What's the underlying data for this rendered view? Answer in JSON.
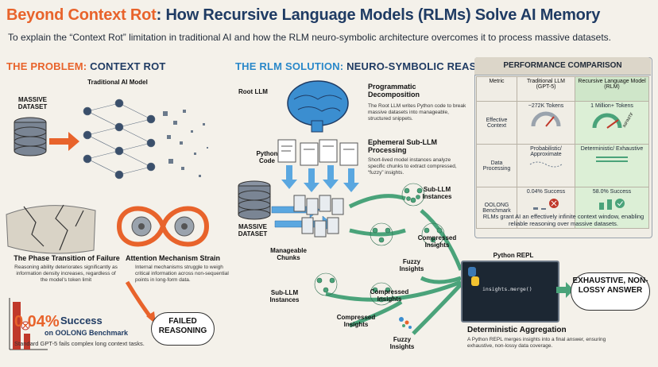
{
  "header": {
    "title_highlight": "Beyond Context Rot",
    "title_rest": ": How Recursive Language Models (RLMs) Solve AI Memory",
    "subtitle": "To explain the “Context Rot” limitation in traditional AI and how the RLM neuro-symbolic architecture overcomes it to process massive datasets."
  },
  "problem": {
    "heading_a": "THE PROBLEM: ",
    "heading_b": "CONTEXT ROT",
    "model_label": "Traditional AI Model",
    "dataset_label": "MASSIVE DATASET",
    "phase_title": "The Phase Transition of Failure",
    "phase_text": "Reasoning ability deteriorates significantly as information density increases, regardless of the model's token limit",
    "attention_title": "Attention Mechanism Strain",
    "attention_text": "Internal mechanisms struggle to weigh critical information across non-sequential points in long-form data.",
    "failed_label": "FAILED REASONING",
    "success_pct": "0.04%",
    "success_word": "Success",
    "benchmark_label": "on OOLONG Benchmark",
    "benchmark_text": "Standard GPT-5 fails complex long context tasks."
  },
  "solution": {
    "heading_a": "THE RLM SOLUTION: ",
    "heading_b": "NEURO-SYMBOLIC REASONING",
    "root_llm": "Root LLM",
    "python_code": "Python Code",
    "massive_dataset": "MASSIVE DATASET",
    "manageable_chunks": "Manageable Chunks",
    "sub_llm_instances_top": "Sub-LLM Instances",
    "sub_llm_instances_bottom": "Sub-LLM Instances",
    "compressed_insights_1": "Compressed Insights",
    "compressed_insights_2": "Compressed Insights",
    "compressed_insights_3": "Compressed Insights",
    "fuzzy_insights_1": "Fuzzy Insights",
    "fuzzy_insights_2": "Fuzzy Insights",
    "decomp_title": "Programmatic Decomposition",
    "decomp_text": "The Root LLM writes Python code to break massive datasets into manageable, structured snippets.",
    "ephemeral_title": "Ephemeral Sub-LLM Processing",
    "ephemeral_text": "Short-lived model instances analyze specific chunks to extract compressed, “fuzzy” insights.",
    "repl_label": "Python REPL",
    "repl_code": "insights.merge()",
    "answer_label": "EXHAUSTIVE, NON-LOSSY ANSWER",
    "aggregation_title": "Deterministic Aggregation",
    "aggregation_text": "A Python REPL merges insights into a final answer, ensuring exhaustive, non-lossy data coverage."
  },
  "comparison": {
    "title": "PERFORMANCE COMPARISON",
    "col_metric": "Metric",
    "col_traditional": "Traditional LLM (GPT-5)",
    "col_rlm": "Recursive Language Model (RLM)",
    "rows": [
      {
        "metric": "Effective Context",
        "traditional": "~272K Tokens",
        "rlm": "1 Million+ Tokens"
      },
      {
        "metric": "Data Processing",
        "traditional": "Probabilistic/ Approximate",
        "rlm": "Deterministic/ Exhaustive"
      },
      {
        "metric": "OOLONG Benchmark",
        "traditional": "0.04% Success",
        "rlm": "58.0% Success"
      }
    ],
    "gauge_rlm_label": "INFINITE",
    "verdict": "RLMs grant AI an effectively infinite context window, enabling reliable reasoning over massive datasets."
  },
  "colors": {
    "accent_orange": "#e8632b",
    "navy": "#1f3b63",
    "solution_blue": "#2a88c9",
    "arrow_green": "#4aa37a",
    "rlm_green": "#cfe6c9"
  }
}
